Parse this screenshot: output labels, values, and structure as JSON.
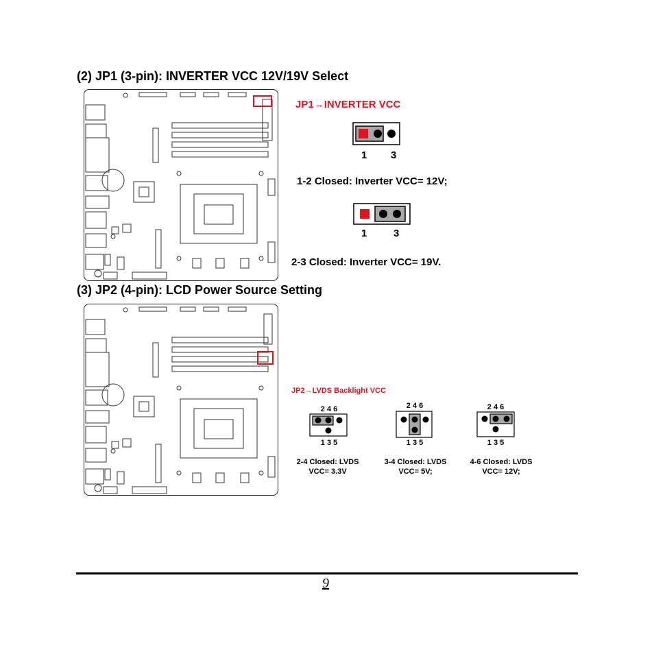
{
  "section2": {
    "heading": "(2) JP1 (3-pin): INVERTER VCC 12V/19V Select",
    "jumper_title": "JP1→INVERTER VCC",
    "pin_left": "1",
    "pin_right": "3",
    "option_a": "1-2 Closed: Inverter VCC= 12V;",
    "option_b": "2-3 Closed: Inverter VCC= 19V."
  },
  "section3": {
    "heading": "(3) JP2 (4-pin): LCD Power Source Setting",
    "jumper_title": "JP2→LVDS Backlight VCC",
    "top_pins": "2  4  6",
    "bottom_pins": "1  3  5",
    "options": [
      {
        "line1": "2-4 Closed: LVDS",
        "line2": "VCC= 3.3V"
      },
      {
        "line1": "3-4 Closed: LVDS",
        "line2": "VCC= 5V;"
      },
      {
        "line1": "4-6 Closed: LVDS",
        "line2": "VCC= 12V;"
      }
    ]
  },
  "footer": {
    "page_number": "9"
  },
  "colors": {
    "highlight": "#e0141e",
    "jumper_cap": "#a8a8a8"
  }
}
